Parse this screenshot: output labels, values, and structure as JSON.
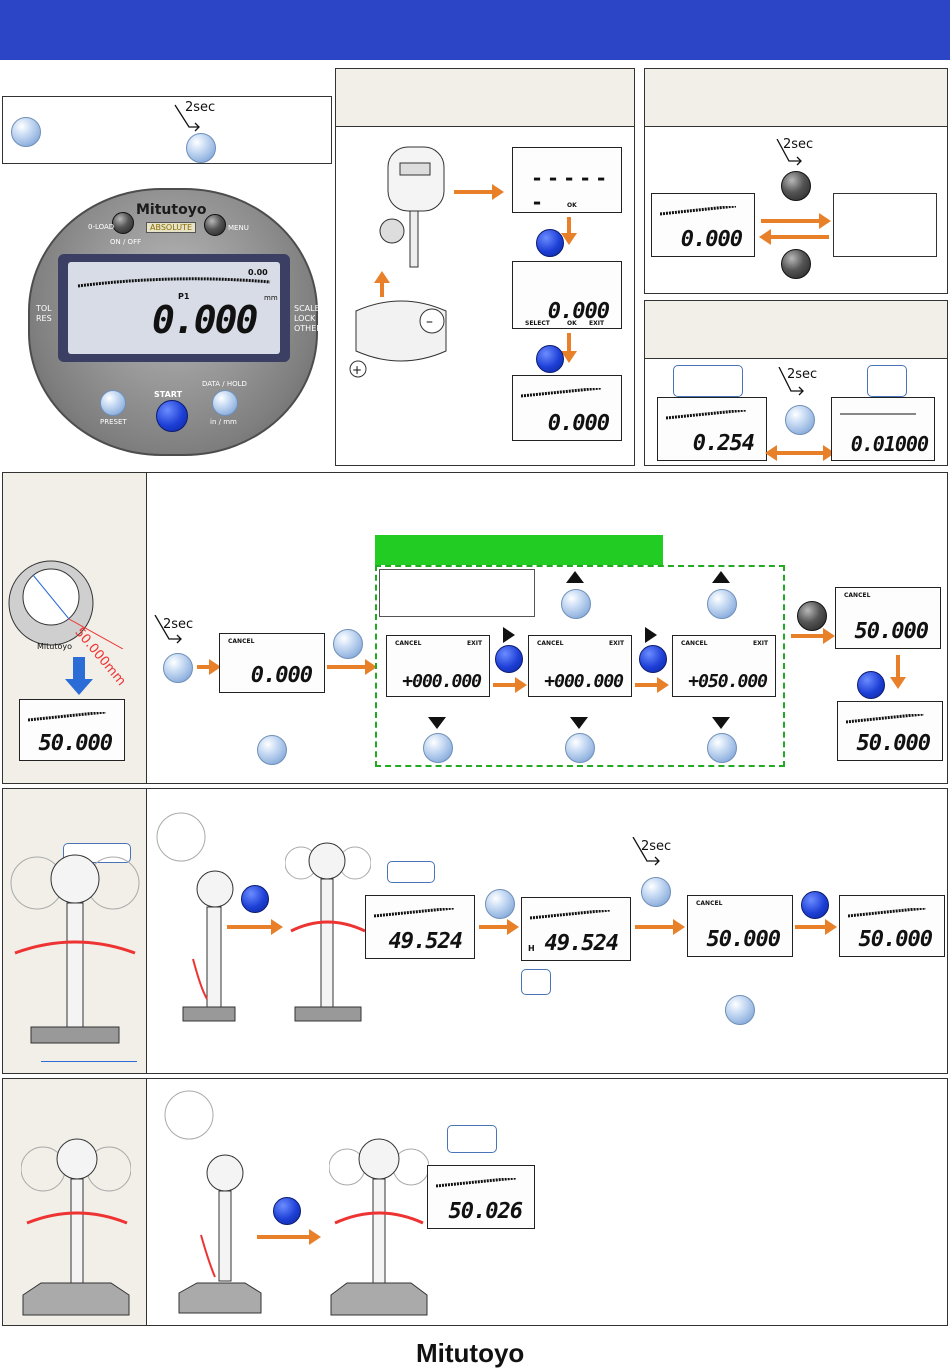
{
  "colors": {
    "banner": "#2b45c6",
    "accent_orange": "#e8802a",
    "green_bar": "#22cc22",
    "panel_bg": "#f1efe8",
    "pressed_blue": "#1d3fd6"
  },
  "icons": {
    "hold": "two-second-hold-icon",
    "arrow": "orange-arrow-icon",
    "button": "round-button-icon"
  },
  "timing": {
    "hold_label": "2sec"
  },
  "indicator": {
    "brand": "Mitutoyo",
    "badge": "ABSOLUTE",
    "zero_load_label": "0-LOAD",
    "on_off_label": "ON / OFF",
    "menu_label": "MENU",
    "preset_label": "PRESET",
    "start_label": "START",
    "data_hold_label": "DATA / HOLD",
    "unit_label": "in / mm",
    "left_labels": [
      "TOL",
      "RES"
    ],
    "right_labels": [
      "SCALE",
      "LOCK",
      "OTHER"
    ],
    "reading": "0.000",
    "small_reading": "0.00",
    "preset_name": "P1",
    "unit": "mm"
  },
  "battery_box": {
    "dashes": "------",
    "ok_label": "OK",
    "lcd_select_labels": [
      "SELECT",
      "OK",
      "EXIT"
    ],
    "reading": "0.000"
  },
  "unit_box": {
    "reading": "0.000"
  },
  "resolution_box": {
    "reading_a": "0.254",
    "reading_b": "0.01000"
  },
  "preset_section": {
    "ring_size": "50.000mm",
    "ring_brand": "Mitutoyo",
    "ring_reading": "50.000",
    "lcd_cancel_label": "CANCEL",
    "lcd_exit_label": "EXIT",
    "step_readings": [
      "+000.000",
      "+000.000",
      "+050.000"
    ],
    "result_reading_a": "50.000",
    "result_reading_b": "50.000",
    "first_lcd_reading": "0.000"
  },
  "measure_section": {
    "reading_a": "49.524",
    "reading_b": "49.524",
    "reading_c": "50.000",
    "reading_d": "50.000",
    "hold_letter": "H"
  },
  "final_section": {
    "reading": "50.026"
  },
  "footer": {
    "logo": "Mitutoyo"
  }
}
